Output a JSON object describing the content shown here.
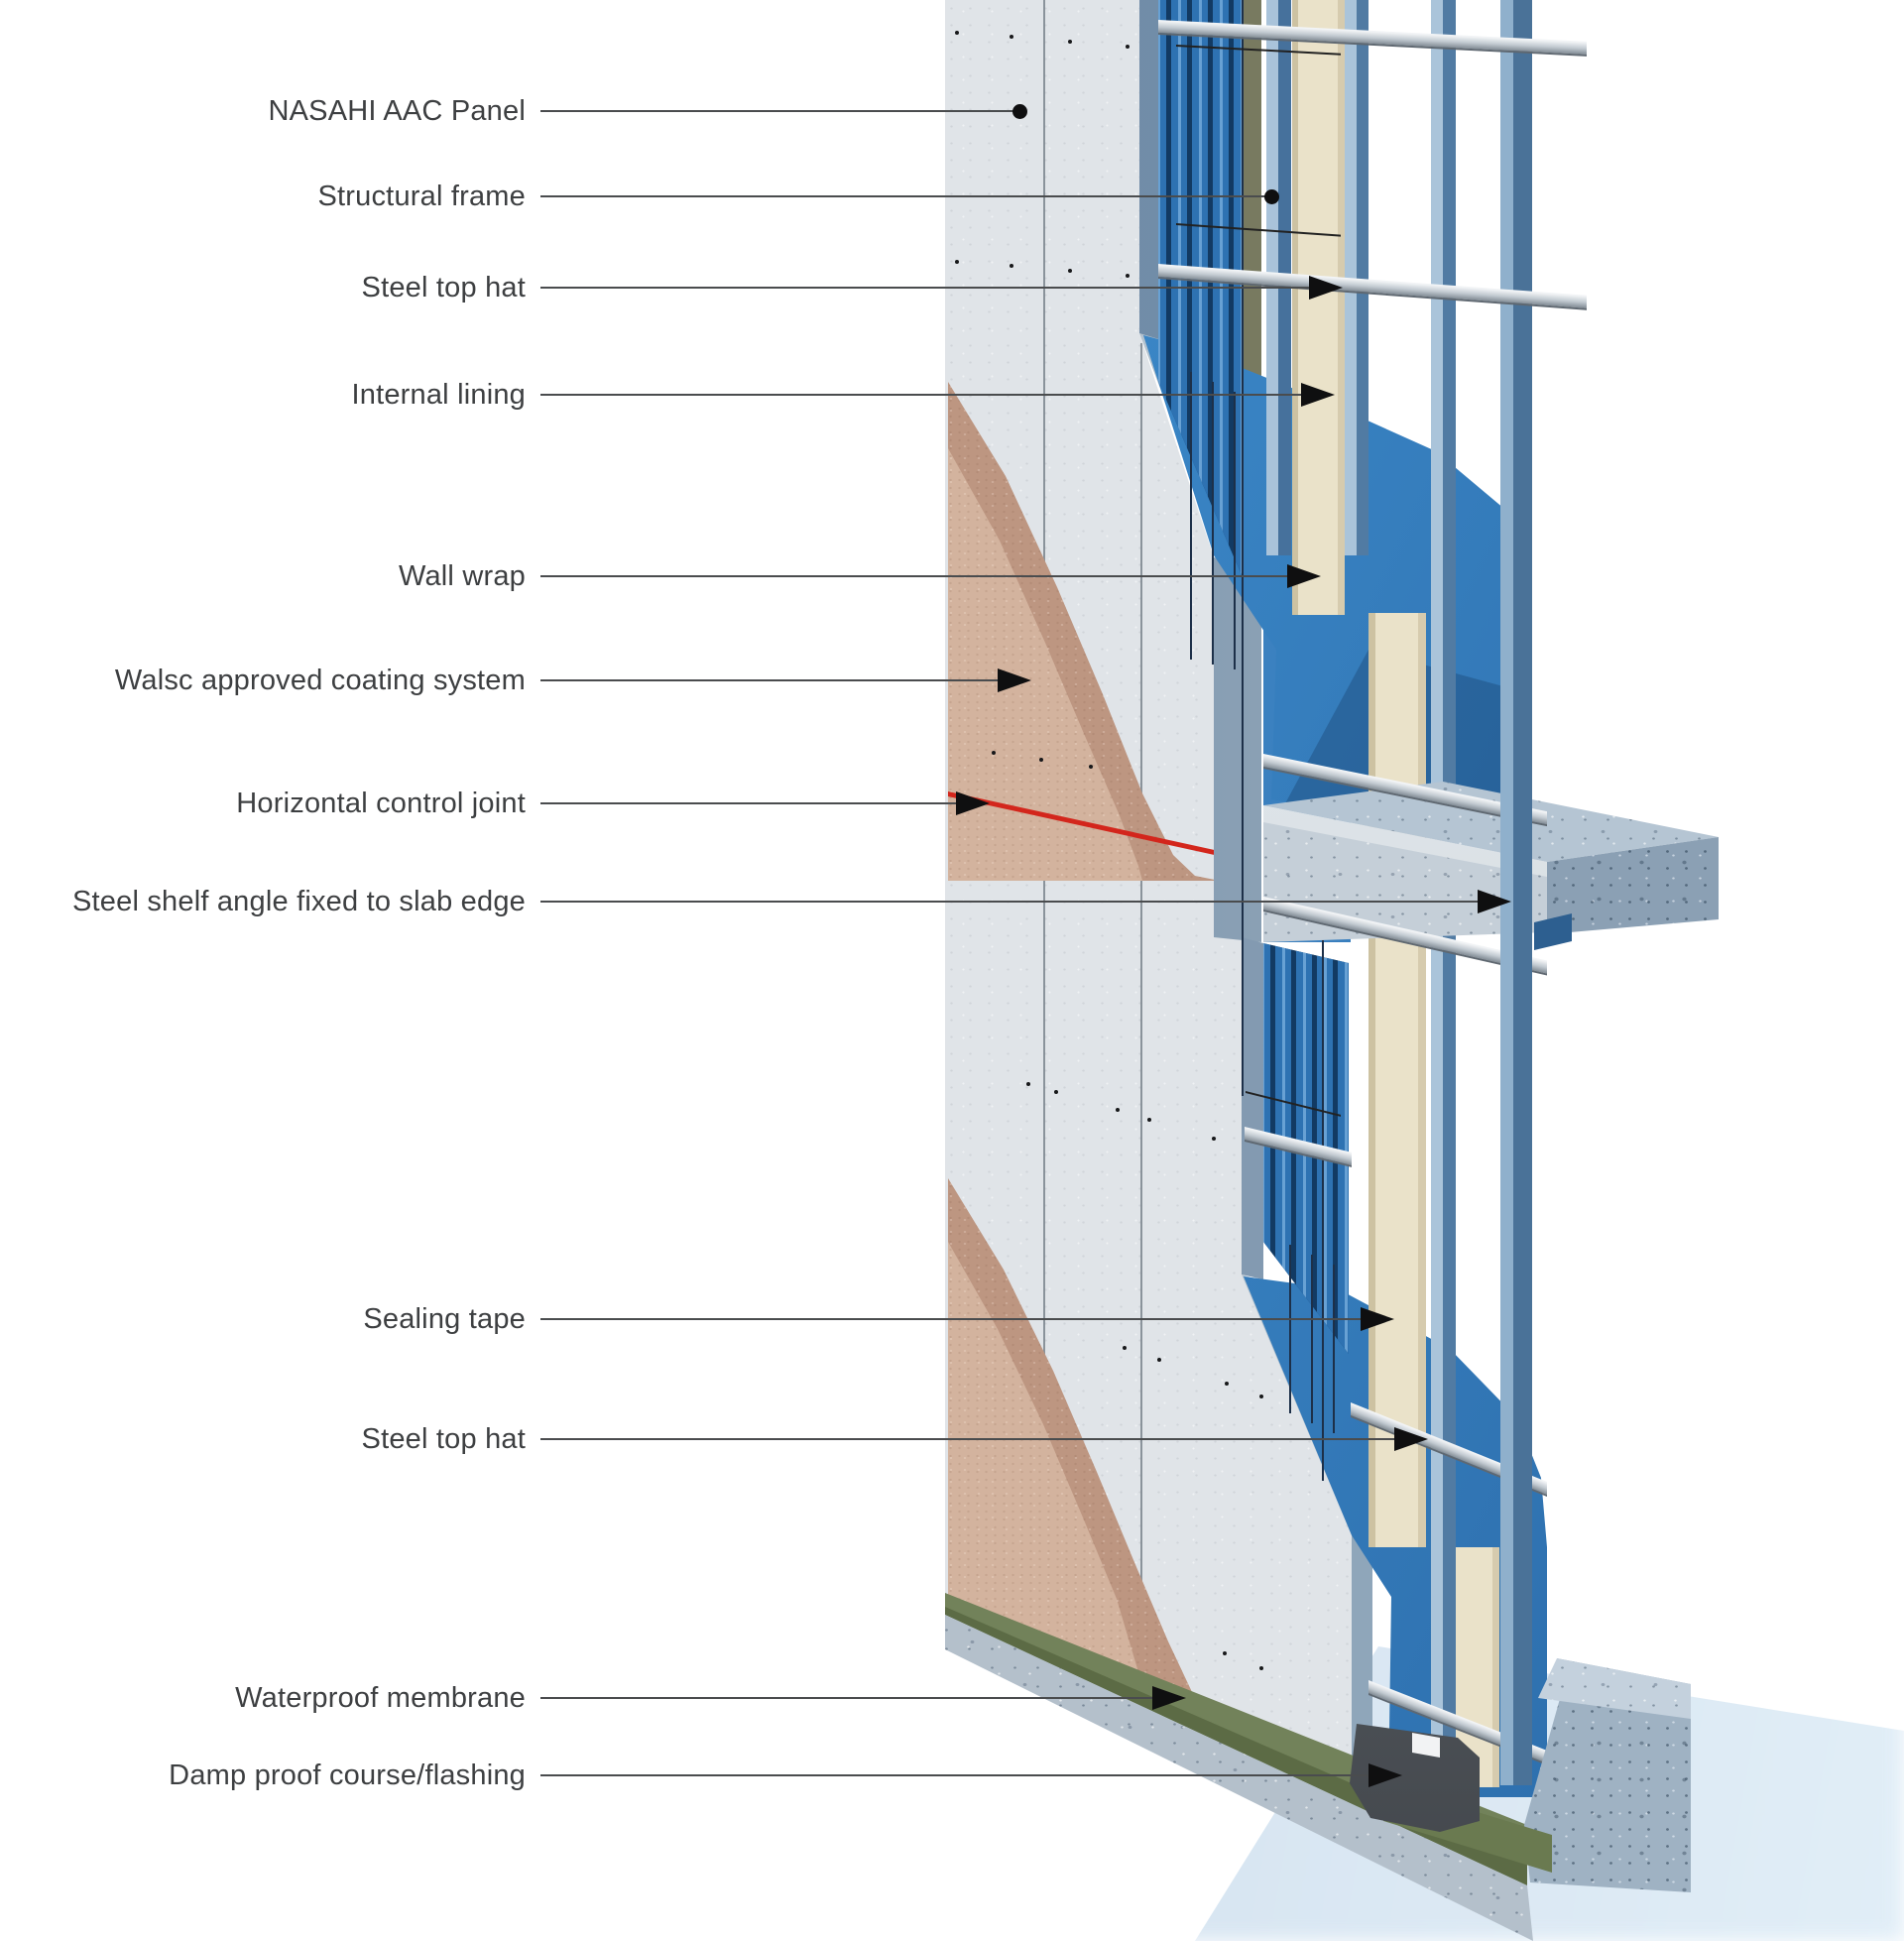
{
  "diagram": {
    "subject": "AAC panel wall system cutaway diagram",
    "labels": [
      {
        "text": "NASAHI AAC Panel",
        "pointer": "dot"
      },
      {
        "text": "Structural frame",
        "pointer": "dot"
      },
      {
        "text": "Steel top hat",
        "pointer": "arrow"
      },
      {
        "text": "Internal lining",
        "pointer": "arrow"
      },
      {
        "text": "Wall wrap",
        "pointer": "arrow"
      },
      {
        "text": "Walsc approved coating system",
        "pointer": "arrow"
      },
      {
        "text": "Horizontal control joint",
        "pointer": "arrow"
      },
      {
        "text": "Steel shelf angle fixed to slab edge",
        "pointer": "arrow"
      },
      {
        "text": "Sealing tape",
        "pointer": "arrow"
      },
      {
        "text": "Steel top hat",
        "pointer": "arrow"
      },
      {
        "text": "Waterproof membrane",
        "pointer": "arrow"
      },
      {
        "text": "Damp proof course/flashing",
        "pointer": "arrow"
      }
    ],
    "colors": {
      "aac_panel": "#e0e4e8",
      "coating_inner": "#d3b39e",
      "coating_outer": "#bd9681",
      "wall_wrap": "#3a86c6",
      "top_hat_strip": "#2e72b2",
      "internal_lining": "#eae2c9",
      "structural_stud": "#4a7298",
      "steel_rail": "#c2cad1",
      "concrete_slab": "#8ba0b4",
      "waterproof_membrane": "#72825a",
      "flashing": "#565b61",
      "control_joint": "#d3261c",
      "footing": "#b4c0cb",
      "ground_shadow": "#dbe7f3",
      "leader_line": "#4a4c4e"
    }
  }
}
